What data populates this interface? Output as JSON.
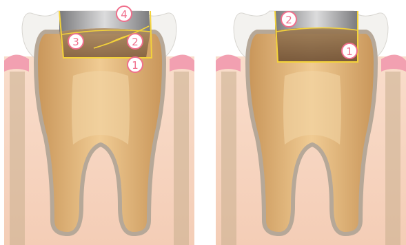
{
  "colors": {
    "background": "#ffffff",
    "gum_tissue": "#f7d8c6",
    "gum_edge": "#f2a0b1",
    "bone": "#c9ae8e",
    "root_outline": "#b6a898",
    "tooth_body": "#d9ad73",
    "enamel": "#f3f2ef",
    "filling_metal": "#a4a4a6",
    "filling_dark": "#8a6a4d",
    "outline_yellow": "#f4d33a",
    "marker_pink": "#f06f8c"
  },
  "left_panel": {
    "markers": [
      {
        "id": "marker-4",
        "label": "4"
      },
      {
        "id": "marker-3",
        "label": "3"
      },
      {
        "id": "marker-2",
        "label": "2"
      },
      {
        "id": "marker-1",
        "label": "1"
      }
    ]
  },
  "right_panel": {
    "markers": [
      {
        "id": "marker-2",
        "label": "2"
      },
      {
        "id": "marker-1",
        "label": "1"
      }
    ]
  }
}
